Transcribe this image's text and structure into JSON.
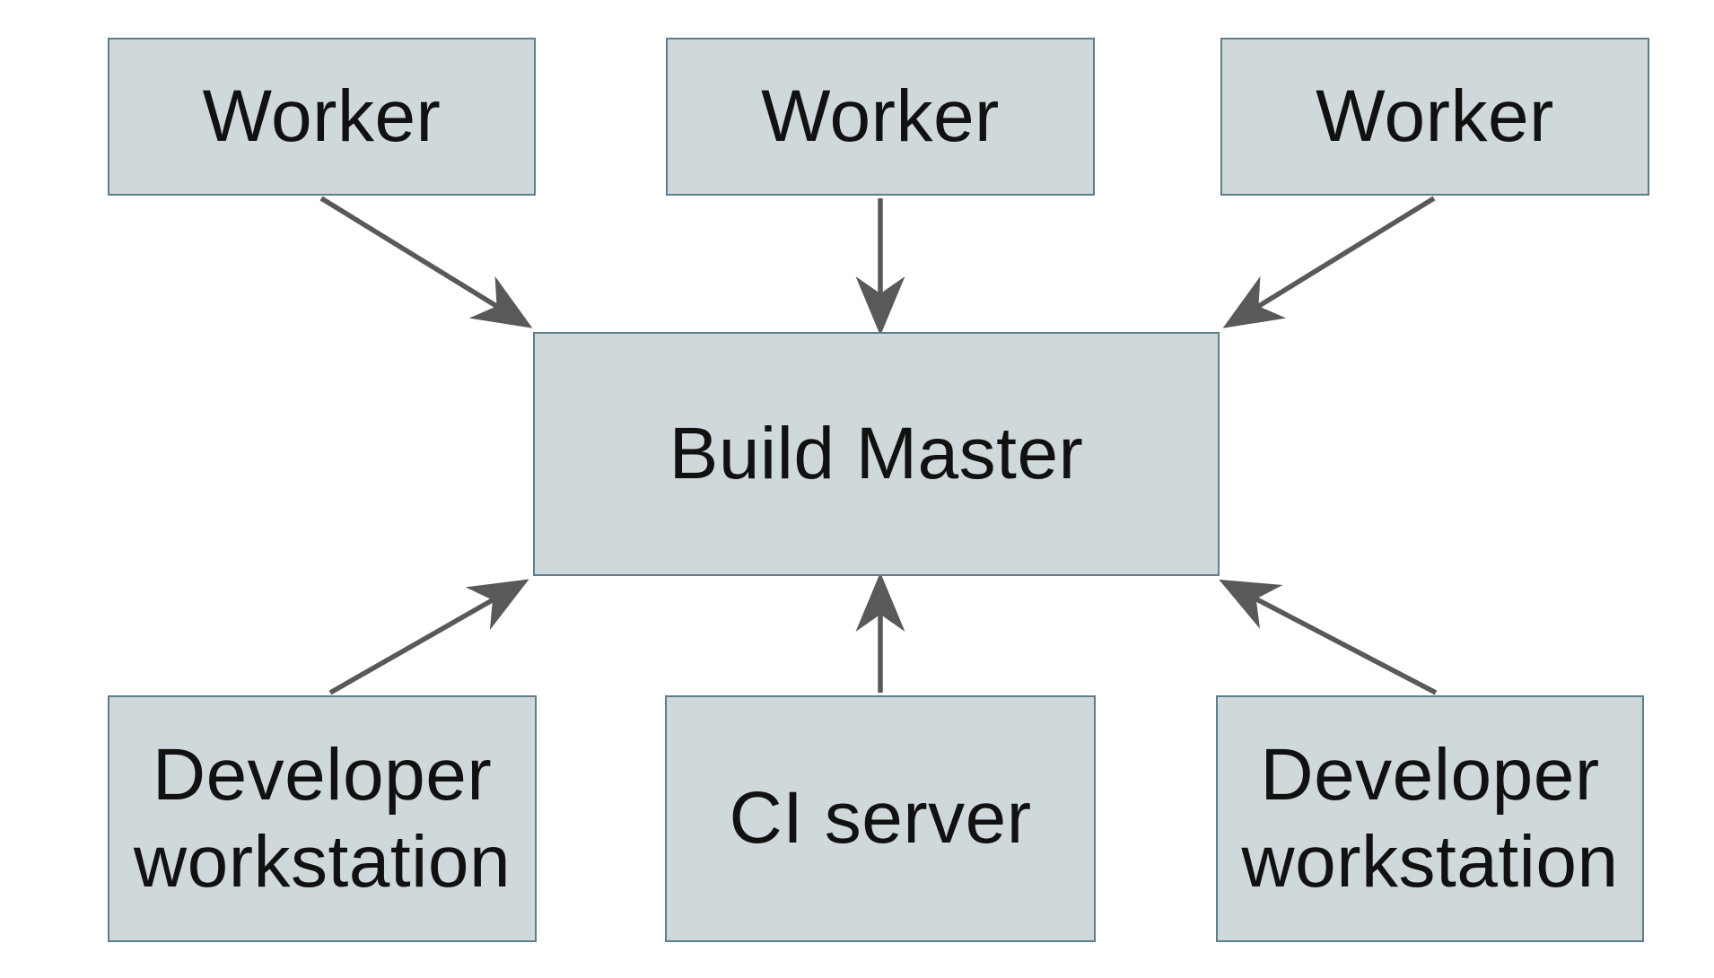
{
  "diagram": {
    "colors": {
      "background": "#ffffff",
      "node_fill": "#cfd8da",
      "node_border": "#5f7d8a",
      "arrow": "#58595b",
      "text": "#111111"
    },
    "nodes": {
      "worker_left": {
        "label": "Worker"
      },
      "worker_middle": {
        "label": "Worker"
      },
      "worker_right": {
        "label": "Worker"
      },
      "build_master": {
        "label": "Build Master"
      },
      "developer_workstation_left": {
        "label": "Developer workstation"
      },
      "ci_server": {
        "label": "CI server"
      },
      "developer_workstation_right": {
        "label": "Developer workstation"
      }
    },
    "edges": [
      {
        "from": "worker_left",
        "to": "build_master"
      },
      {
        "from": "worker_middle",
        "to": "build_master"
      },
      {
        "from": "worker_right",
        "to": "build_master"
      },
      {
        "from": "developer_workstation_left",
        "to": "build_master"
      },
      {
        "from": "ci_server",
        "to": "build_master"
      },
      {
        "from": "developer_workstation_right",
        "to": "build_master"
      }
    ]
  }
}
